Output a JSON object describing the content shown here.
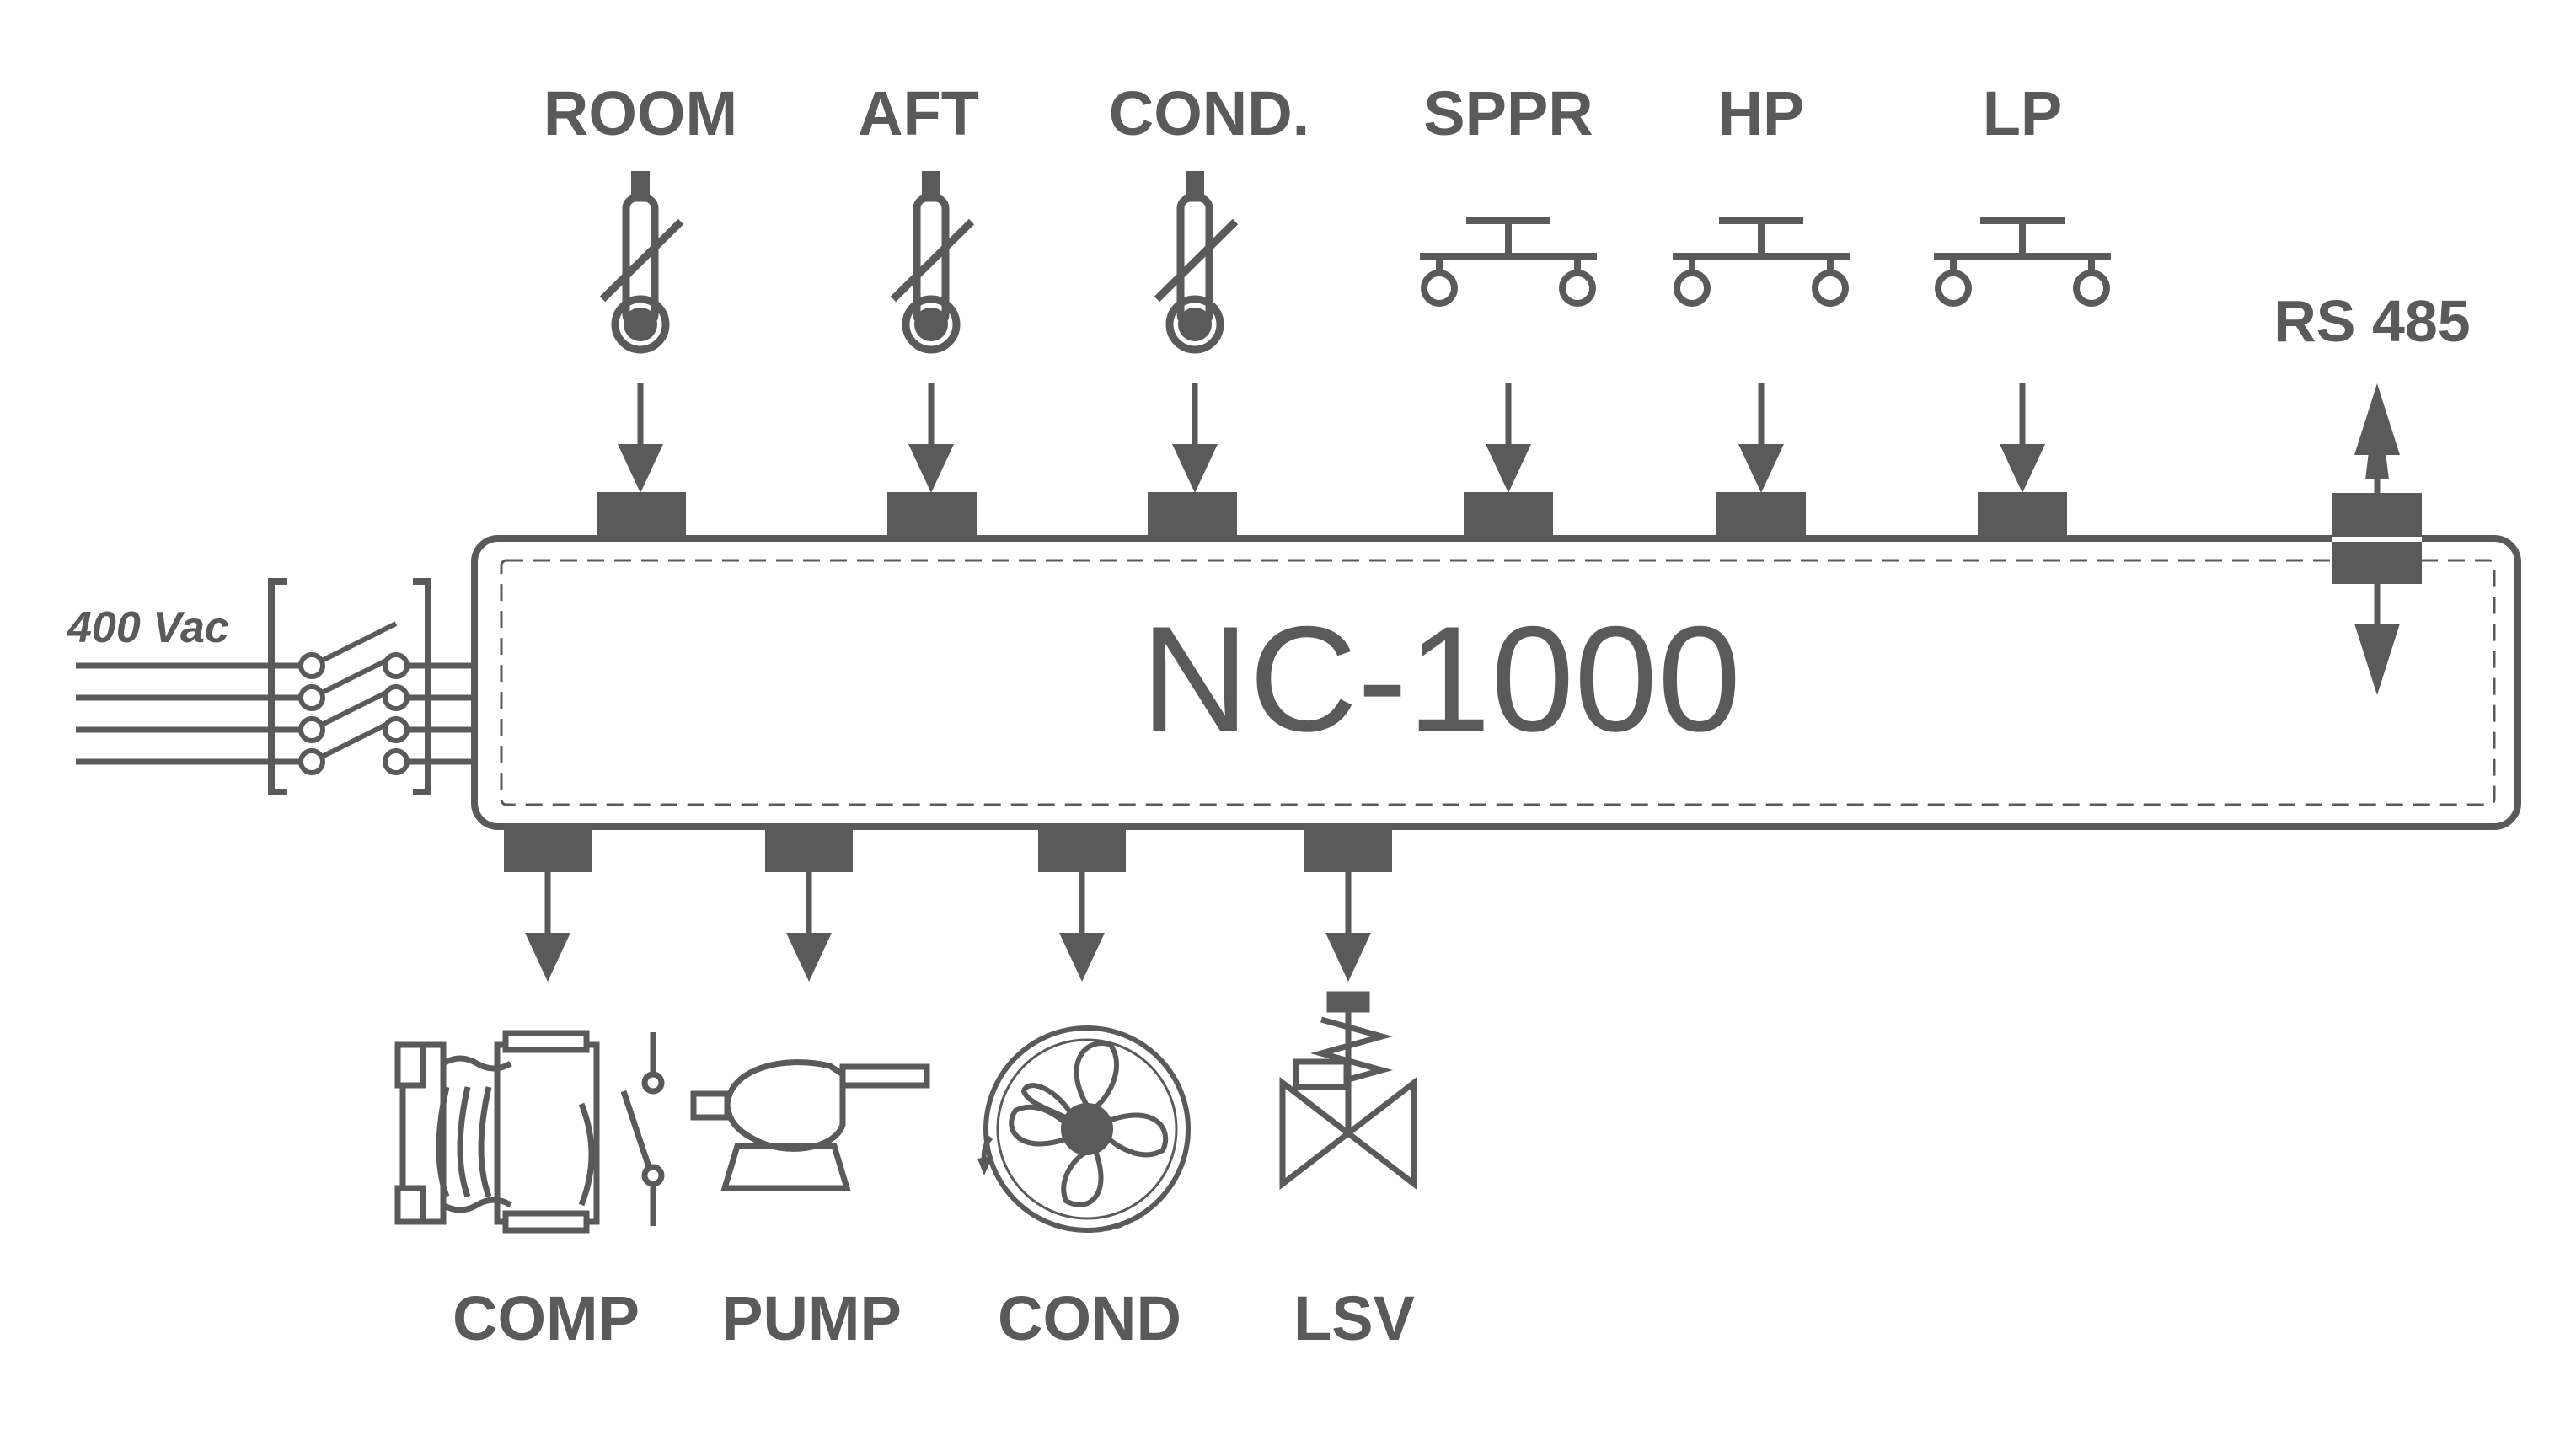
{
  "controller": {
    "name": "NC-1000"
  },
  "power": {
    "label": "400 Vac"
  },
  "inputs": {
    "room": "ROOM",
    "aft": "AFT",
    "cond": "COND.",
    "sppr": "SPPR",
    "hp": "HP",
    "lp": "LP"
  },
  "comm": {
    "label": "RS 485"
  },
  "outputs": {
    "comp": "COMP",
    "pump": "PUMP",
    "cond": "COND",
    "lsv": "LSV"
  },
  "colors": {
    "ink": "#5a5a5a",
    "background": "#ffffff"
  }
}
